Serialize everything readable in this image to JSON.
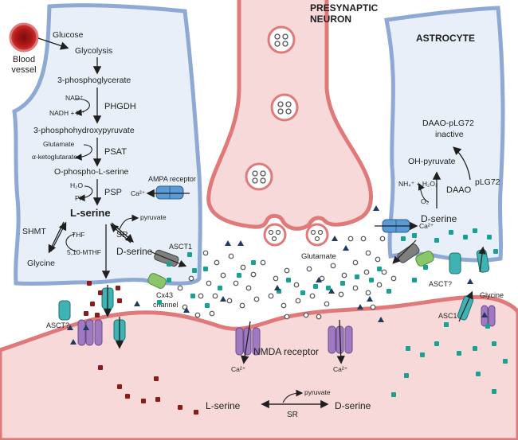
{
  "blood_vessel": {
    "label_line1": "Blood",
    "label_line2": "vessel"
  },
  "presynaptic": {
    "line1": "PRESYNAPTIC",
    "line2": "NEURON"
  },
  "astrocyte_title": "ASTROCYTE",
  "left_pathway": {
    "glucose": "Glucose",
    "glycolysis": "Glycolysis",
    "pg3": "3-phosphoglycerate",
    "nad": "NAD⁺",
    "nadh": "NADH + H⁺",
    "phgdh": "PHGDH",
    "php": "3-phosphohydroxypyruvate",
    "glutamate": "Glutamate",
    "akg": "α-ketoglutarate",
    "psat": "PSAT",
    "ops": "O-phospho-L-serine",
    "h2o": "H₂O",
    "pi": "Pi",
    "psp": "PSP",
    "lserine": "L-serine",
    "shmt": "SHMT",
    "thf": "THF",
    "methf": "5,10-MTHF",
    "glycine": "Glycine",
    "pyruvate": "pyruvate",
    "sr": "SR",
    "dserine": "D-serine",
    "ampa": "AMPA receptor",
    "ca_ampa": "Ca²⁺",
    "asct1": "ASCT1",
    "cx43_line1": "Cx43",
    "cx43_line2": "channel",
    "asct_q": "ASCT?"
  },
  "right_astro": {
    "daao_plg72_line1": "DAAO-pLG72",
    "daao_plg72_line2": "inactive",
    "oh_pyruvate": "OH-pyruvate",
    "nh4": "NH₄⁺ + H₂O₂",
    "daao": "DAAO",
    "plg72": "pLG72",
    "o2": "O₂",
    "dserine": "D-serine",
    "ca": "Ca²⁺",
    "asct_q": "ASCT?",
    "asc1": "ASC1",
    "glycine": "Glycine"
  },
  "cleft": {
    "glutamate": "Glutamate"
  },
  "postsynaptic": {
    "nmda": "NMDA receptor",
    "ca1": "Ca²⁺",
    "ca2": "Ca²⁺",
    "lserine": "L-serine",
    "pyruvate": "pyruvate",
    "sr": "SR",
    "dserine": "D-serine"
  },
  "colors": {
    "astrocyte_fill": "#e9eff8",
    "astrocyte_stroke": "#8ea9d4",
    "neuron_fill": "#f7d9d9",
    "neuron_stroke": "#e07a7a",
    "glutamate_dot": "#ffffff",
    "dserine_square": "#16a394",
    "lserine_square": "#8e1a1a",
    "glycine_triangle": "#1f3a63",
    "ampa_channel": "#5b9bd5",
    "nmda_receptor": "#a07ac0",
    "asct_channel": "#3fb3b3",
    "cx43_channel": "#8cc66b"
  }
}
